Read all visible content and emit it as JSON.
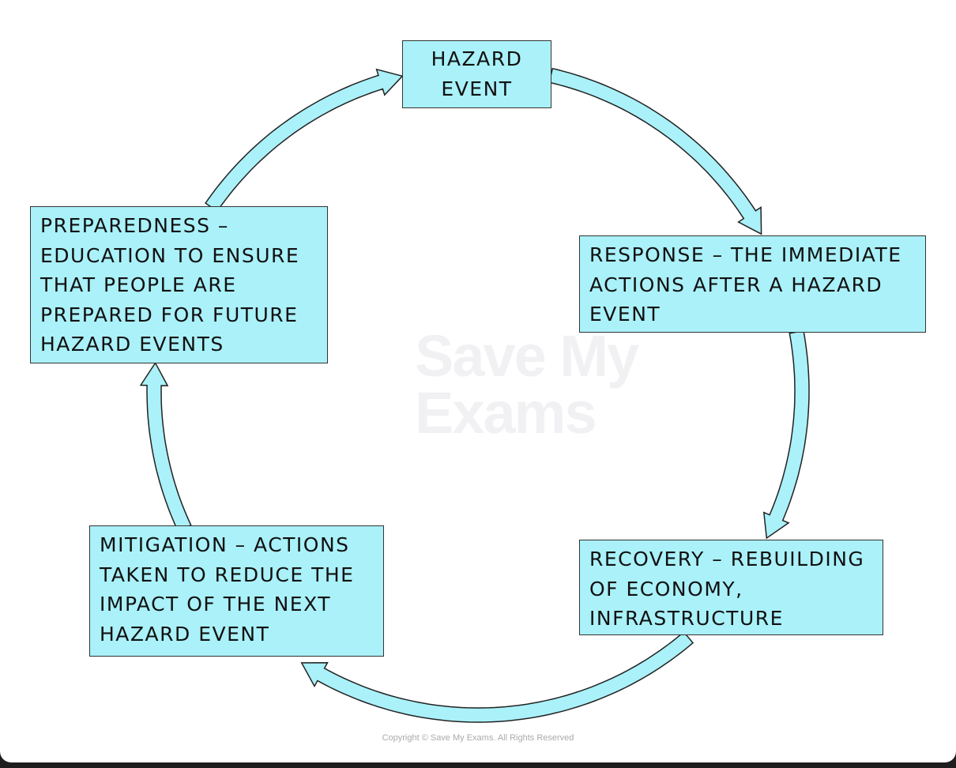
{
  "diagram": {
    "nodes": [
      {
        "id": "hazard",
        "label": "HAZARD\nEVENT"
      },
      {
        "id": "response",
        "label": "RESPONSE – THE IMMEDIATE\nACTIONS AFTER A HAZARD\nEVENT"
      },
      {
        "id": "recovery",
        "label": "RECOVERY – REBUILDING\nOF ECONOMY,\nINFRASTRUCTURE"
      },
      {
        "id": "mitigation",
        "label": "MITIGATION – ACTIONS\nTAKEN TO REDUCE THE\nIMPACT OF THE NEXT\nHAZARD EVENT"
      },
      {
        "id": "preparedness",
        "label": "PREPAREDNESS –\nEDUCATION TO ENSURE\nTHAT PEOPLE ARE\nPREPARED FOR FUTURE\nHAZARD EVENTS"
      }
    ],
    "edges": [
      {
        "from": "hazard",
        "to": "response"
      },
      {
        "from": "response",
        "to": "recovery"
      },
      {
        "from": "recovery",
        "to": "mitigation"
      },
      {
        "from": "mitigation",
        "to": "preparedness"
      },
      {
        "from": "preparedness",
        "to": "hazard"
      }
    ],
    "colors": {
      "box": "#aaf1f9",
      "arrow": "#aaf1f9",
      "stroke": "#222222"
    }
  },
  "watermark": "Save My\nExams",
  "copyright": "Copyright © Save My Exams. All Rights Reserved"
}
